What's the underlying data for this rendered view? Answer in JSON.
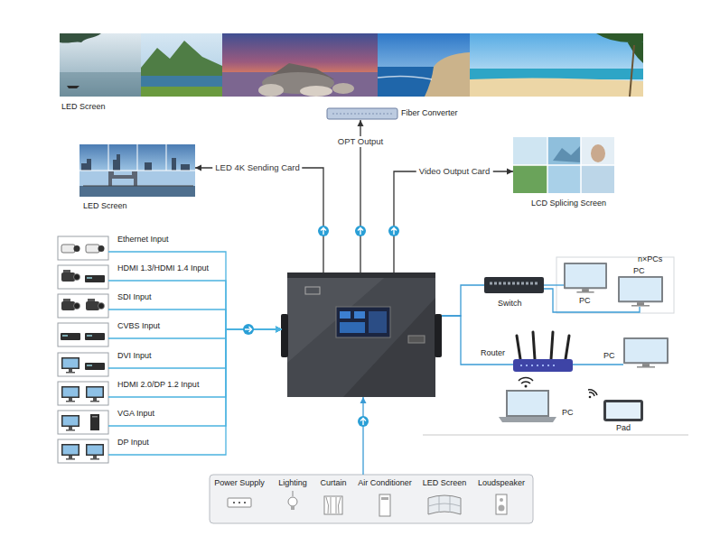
{
  "diagram": {
    "nodes": [
      {
        "text": [
          "LED Screen"
        ]
      },
      {
        "text": [
          "Fiber Converter"
        ]
      },
      {
        "text": [
          "LED Screen"
        ]
      },
      {
        "text": [
          "LCD Splicing Screen"
        ]
      },
      {
        "text": []
      },
      {
        "text": [
          "Ethernet Input"
        ]
      },
      {
        "text": [
          "HDMI 1.3/HDMI 1.4 Input"
        ]
      },
      {
        "text": [
          "SDI Input"
        ]
      },
      {
        "text": [
          "CVBS Input"
        ]
      },
      {
        "text": [
          "DVI Input"
        ]
      },
      {
        "text": [
          "HDMI 2.0/DP 1.2 Input"
        ]
      },
      {
        "text": [
          "VGA Input"
        ]
      },
      {
        "text": [
          "DP Input"
        ]
      },
      {
        "text": [
          "Switch"
        ]
      },
      {
        "text": [
          "PC"
        ]
      },
      {
        "text": [
          "n×PCs",
          "PC"
        ]
      },
      {
        "text": [
          "Router"
        ]
      },
      {
        "text": [
          "PC"
        ]
      },
      {
        "text": [
          "PC"
        ]
      },
      {
        "text": [
          "Pad"
        ]
      },
      {
        "text": []
      },
      {
        "text": [
          "Power Supply"
        ],
        "in": 20
      },
      {
        "text": [
          "Lighting"
        ],
        "in": 20
      },
      {
        "text": [
          "Curtain"
        ],
        "in": 20
      },
      {
        "text": [
          "Air Conditioner"
        ],
        "in": 20
      },
      {
        "text": [
          "LED Screen"
        ],
        "in": 20
      },
      {
        "text": [
          "Loudspeaker"
        ],
        "in": 20
      }
    ],
    "edges": [
      {
        "from": 4,
        "to": 1,
        "label": "OPT Output",
        "arrow": "to"
      },
      {
        "from": 4,
        "to": 2,
        "label": "LED 4K Sending Card",
        "arrow": "to"
      },
      {
        "from": 4,
        "to": 3,
        "label": "Video Output Card",
        "arrow": "to"
      },
      {
        "from": 5,
        "to": 4,
        "arrow": "to"
      },
      {
        "from": 6,
        "to": 4,
        "arrow": "to"
      },
      {
        "from": 7,
        "to": 4,
        "arrow": "to"
      },
      {
        "from": 8,
        "to": 4,
        "arrow": "to"
      },
      {
        "from": 9,
        "to": 4,
        "arrow": "to"
      },
      {
        "from": 10,
        "to": 4,
        "arrow": "to"
      },
      {
        "from": 11,
        "to": 4,
        "arrow": "to"
      },
      {
        "from": 12,
        "to": 4,
        "arrow": "to"
      },
      {
        "from": 4,
        "to": 13,
        "arrow": "none"
      },
      {
        "from": 13,
        "to": 14,
        "arrow": "none"
      },
      {
        "from": 13,
        "to": 15,
        "arrow": "none"
      },
      {
        "from": 4,
        "to": 16,
        "arrow": "none"
      },
      {
        "from": 16,
        "to": 17,
        "arrow": "none"
      },
      {
        "from": 20,
        "to": 4,
        "arrow": "to"
      }
    ]
  }
}
